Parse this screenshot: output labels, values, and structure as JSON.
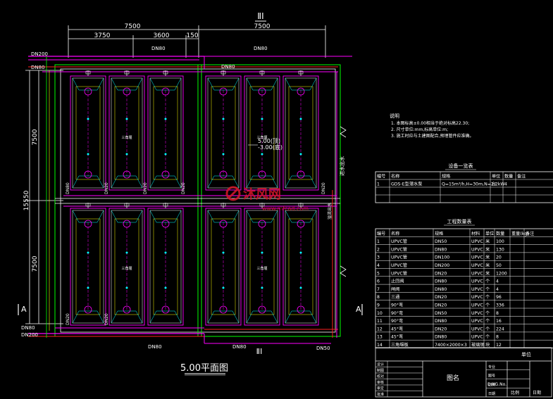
{
  "drawing": {
    "title": "5.00平面图",
    "section_mark": "ⅡⅠ",
    "section_mark_bottom": "ⅡⅠ",
    "section_left": "A",
    "section_right": "A",
    "room_label_mid": "5.00(顶)",
    "room_label_mid2": "-3.00(底)",
    "overflow_note": "溢流出水",
    "side_note": "进水出水",
    "dims_top": [
      "7500",
      "3750",
      "3600",
      "150",
      "7500"
    ],
    "dims_left": [
      "7500",
      "15550",
      "7500"
    ],
    "pipe_labels": {
      "dn200_top": "DN200",
      "dn80_top": "DN80",
      "dn80_a": "DN80",
      "dn80_b": "DN80",
      "dn80_c": "DN80",
      "dn80_mid_l": "DN80",
      "dn80_mid_2": "DN20",
      "dn80_mid_3": "DN20",
      "dn80_mid_4": "DN20",
      "dn80_mid_r": "DN20",
      "dn80_bot": "DN80",
      "dn200_bot": "DN200",
      "dn80_b1": "DN80",
      "dn80_b2": "DN80",
      "dn50_b": "DN50",
      "dn20_bl": "DN20",
      "dn20_bl2": "DN20"
    },
    "cell_label": "三角堰"
  },
  "notes": {
    "heading": "说明",
    "lines": [
      "1. 本图标高±0.00相当于绝对标高22.30;",
      "2. 尺寸单位:mm,标高单位:m;",
      "3. 施工时应与土建图配合,预埋管件应准确。"
    ]
  },
  "equipment_table": {
    "title": "设备一览表",
    "headers": [
      "编号",
      "名称",
      "规格",
      "单位",
      "数量",
      "备注"
    ],
    "rows": [
      [
        "1",
        "GDS-E型潜水泵",
        "Q=15m³/h,H=30m,N=2.2kW",
        "台",
        "4",
        ""
      ]
    ]
  },
  "materials_table": {
    "title": "工程数量表",
    "headers": [
      "编号",
      "名称",
      "规格",
      "材料",
      "单位",
      "数量",
      "重量(kg)",
      "备注"
    ],
    "rows": [
      [
        "1",
        "UPVC管",
        "DN50",
        "UPVC",
        "米",
        "100",
        "",
        ""
      ],
      [
        "2",
        "UPVC管",
        "DN80",
        "UPVC",
        "米",
        "130",
        "",
        ""
      ],
      [
        "3",
        "UPVC管",
        "DN100",
        "UPVC",
        "米",
        "20",
        "",
        ""
      ],
      [
        "4",
        "UPVC管",
        "DN200",
        "UPVC",
        "米",
        "50",
        "",
        ""
      ],
      [
        "5",
        "UPVC管",
        "DN20",
        "UPVC",
        "米",
        "1200",
        "",
        ""
      ],
      [
        "6",
        "止回阀",
        "DN80",
        "UPVC",
        "个",
        "4",
        "",
        ""
      ],
      [
        "7",
        "闸阀",
        "DN80",
        "UPVC",
        "个",
        "4",
        "",
        ""
      ],
      [
        "8",
        "三通",
        "DN20",
        "UPVC",
        "个",
        "96",
        "",
        ""
      ],
      [
        "9",
        "90°弯",
        "DN20",
        "UPVC",
        "个",
        "336",
        "",
        ""
      ],
      [
        "10",
        "90°弯",
        "DN50",
        "UPVC",
        "个",
        "8",
        "",
        ""
      ],
      [
        "11",
        "90°弯",
        "DN80",
        "UPVC",
        "个",
        "16",
        "",
        ""
      ],
      [
        "12",
        "45°弯",
        "DN20",
        "UPVC",
        "个",
        "224",
        "",
        ""
      ],
      [
        "13",
        "45°弯",
        "DN80",
        "UPVC",
        "个",
        "8",
        "",
        ""
      ],
      [
        "14",
        "三角堰板",
        "7400×2000×3",
        "玻璃钢",
        "块",
        "12",
        "",
        ""
      ]
    ]
  },
  "title_block": {
    "drawing_name": "图名",
    "drawing_no_label": "DWG.No.",
    "company": "单位",
    "left_rows": [
      "设计",
      "制图",
      "校对",
      "审核",
      "审定",
      "批准"
    ],
    "mid_rows": [
      "专业",
      "图号",
      "比例",
      "日期"
    ],
    "scale_label": "比例",
    "date_label": "日期"
  },
  "watermark": {
    "brand": "沐风网",
    "url": "www.mfcad.com"
  },
  "colors": {
    "background": "#000000",
    "structure_white": "#ffffff",
    "pipe_magenta": "#ff00ff",
    "pipe_red": "#ff2020",
    "dim_cyan": "#00ffff",
    "outline_green": "#00ff00",
    "outline_yellow": "#ffff00",
    "text_yellow": "#ffff00",
    "watermark_red": "#d8182a"
  }
}
